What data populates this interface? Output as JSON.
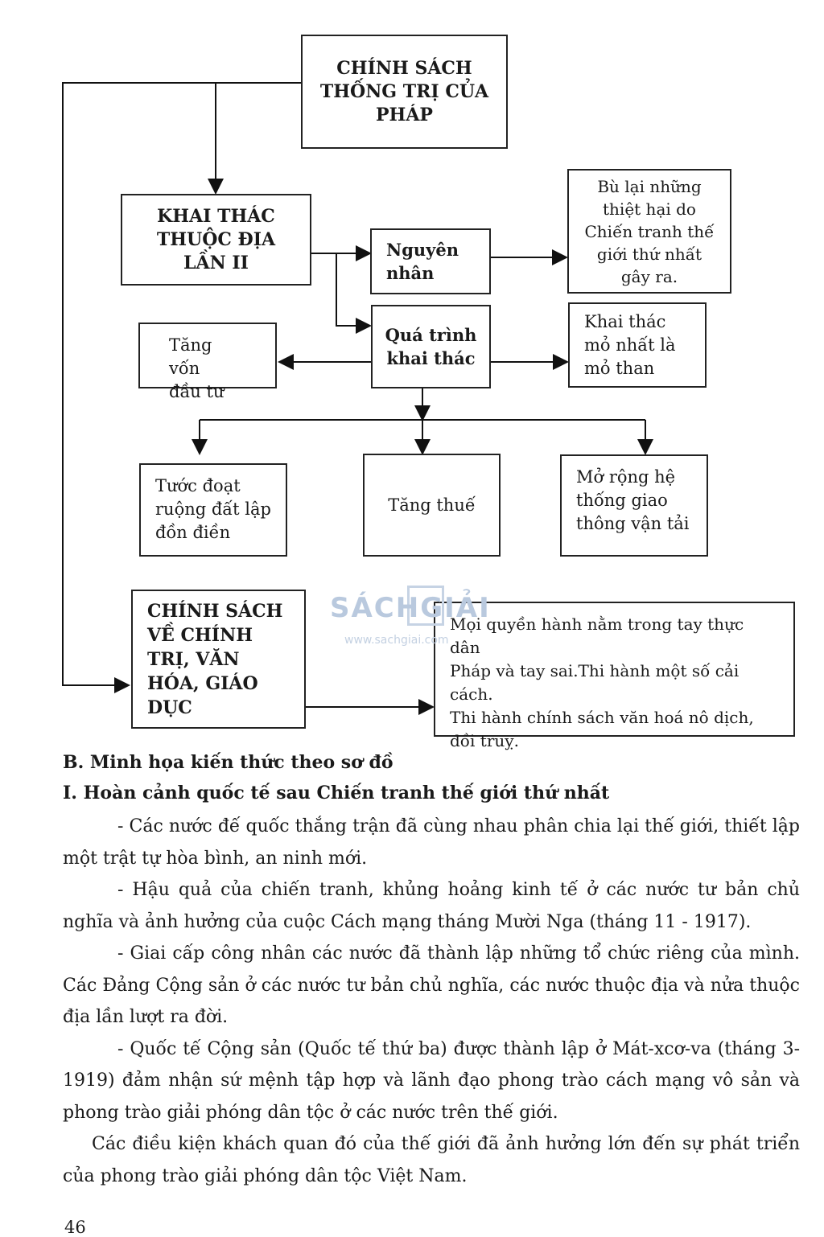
{
  "diagram": {
    "root": [
      "CHÍNH SÁCH",
      "THỐNG TRỊ CỦA",
      "PHÁP"
    ],
    "khai_thac": [
      "KHAI THÁC",
      "THUỘC ĐỊA",
      "LẦN II"
    ],
    "nguyen_nhan": [
      "Nguyên",
      "nhân"
    ],
    "bu_lai": [
      "Bù lại những",
      "thiệt hại do",
      "Chiến tranh thế",
      "giới thứ nhất",
      "gây ra."
    ],
    "qua_trinh": [
      "Quá trình",
      "khai thác"
    ],
    "tang_von": [
      "Tăng vốn",
      "đầu tư"
    ],
    "khai_mo": [
      "Khai thác",
      "mỏ nhất là",
      "mỏ than"
    ],
    "tuoc_doat": [
      "Tước đoạt",
      "ruộng đất lập",
      "đồn điền"
    ],
    "tang_thue": "Tăng thuế",
    "mo_rong": [
      "Mở rộng hệ",
      "thống giao",
      "thông vận tải"
    ],
    "chinh_sach_ct": [
      "CHÍNH SÁCH",
      "VỀ CHÍNH",
      "TRỊ, VĂN",
      "HÓA, GIÁO",
      "DỤC"
    ],
    "moi_quyen": [
      "Mọi quyền hành nằm trong tay thực dân",
      "Pháp và tay sai.Thi hành một số cải",
      "cách.",
      "Thi hành chính sách văn hoá nô dịch,",
      "đồi truỵ."
    ]
  },
  "watermark": {
    "title": "SÁCHGIẢI",
    "url": "www.sachgiai.com"
  },
  "section_b": "B. Minh họa kiến thức theo sơ đồ",
  "section_i": "I. Hoàn cảnh quốc tế sau Chiến tranh thế giới thứ nhất",
  "paragraphs": [
    "- Các nước đế quốc thắng trận đã cùng nhau phân chia lại thế giới, thiết lập một trật tự hòa bình, an ninh mới.",
    "- Hậu quả của chiến tranh, khủng hoảng kinh tế ở các nước tư bản chủ nghĩa và ảnh hưởng của cuộc Cách mạng tháng Mười Nga (tháng 11 - 1917).",
    "- Giai cấp công nhân các nước đã thành lập những tổ chức riêng của mình. Các Đảng Cộng sản ở các nước tư bản chủ nghĩa, các nước thuộc địa và nửa thuộc địa lần lượt ra đời.",
    "- Quốc tế Cộng sản (Quốc tế thứ ba) được thành lập ở Mát-xcơ-va (tháng 3-1919) đảm nhận sứ mệnh tập hợp và lãnh đạo phong trào cách mạng vô sản và phong trào giải phóng dân tộc ở các nước trên thế giới.",
    "Các điều kiện khách quan đó của thế giới đã ảnh hưởng lớn đến sự phát triển của phong trào giải phóng dân tộc Việt Nam."
  ],
  "page_number": "46"
}
